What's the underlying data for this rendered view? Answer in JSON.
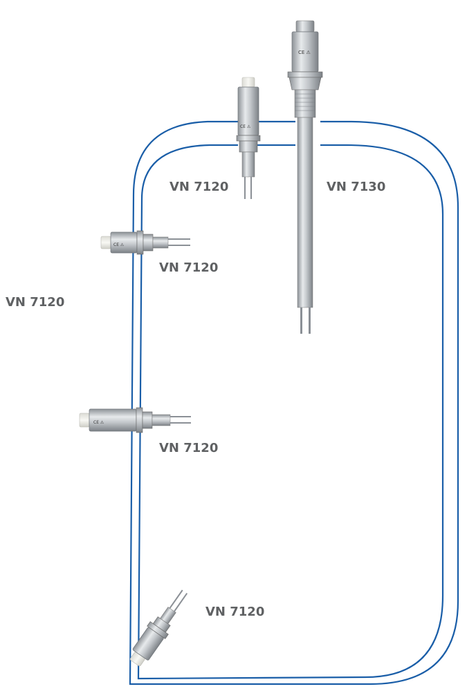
{
  "diagram": {
    "line_color": "#1a5ea8",
    "label_color": "#5f6163",
    "labels": {
      "top_left": "VN 7120",
      "top_right": "VN 7130",
      "side_upper": "VN 7120",
      "outside": "VN 7120",
      "side_lower": "VN 7120",
      "bottom": "VN 7120"
    }
  }
}
